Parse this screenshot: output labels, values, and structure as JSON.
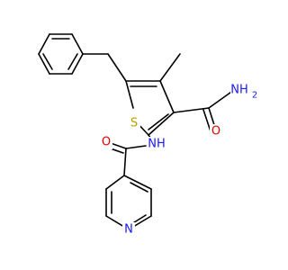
{
  "molecule": {
    "atom_labels": {
      "sulfur": "S",
      "amide_oxygen_right": "O",
      "amine": "NH",
      "amine_subscript": "2",
      "amide_nh": "NH",
      "amide_oxygen_left": "O",
      "pyridine_nitrogen": "N"
    },
    "colors": {
      "sulfur": "#b8a000",
      "oxygen": "#e00000",
      "nitrogen": "#1a1aff",
      "bond": "#000000"
    }
  }
}
